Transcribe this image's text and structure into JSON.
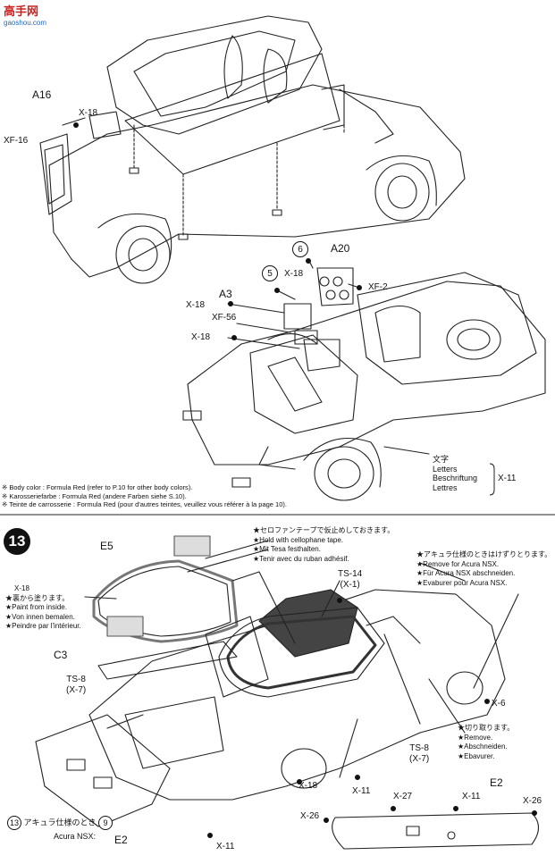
{
  "watermark": {
    "title": "高手网",
    "url": "gaoshou.com"
  },
  "step12": {
    "labels": {
      "a16": "A16",
      "x18_a": "X-18",
      "xf16": "XF-16",
      "six": "6",
      "a20": "A20",
      "five": "5",
      "x18_b": "X-18",
      "xf2": "XF-2",
      "x18_c": "X-18",
      "a3": "A3",
      "xf56": "XF-56",
      "x18_d": "X-18"
    },
    "decal": {
      "jp": "文字",
      "lines": [
        "Letters",
        "Beschriftung",
        "Lettres"
      ],
      "part": "X-11"
    },
    "notes": [
      "※ Body color : Formula Red (refer to P.10 for other body colors).",
      "※ Karosseriefarbe : Formula Red (andere Farben siehe S.10).",
      "※ Teinte de carrosserie : Formula Red (pour d'autres teintes, veuillez vous référer à la page 10)."
    ]
  },
  "step13": {
    "number": "13",
    "tape_note": [
      "★セロファンテープで仮止めしておきます。",
      "★Hold with cellophane tape.",
      "★Mit Tesa festhalten.",
      "★Tenir avec du ruban adhésif."
    ],
    "acura_note": [
      "★アキュラ仕様のときはけずりとります。",
      "★Remove for Acura NSX.",
      "★Für Acura NSX abschneiden.",
      "★Evaburer pour Acura NSX."
    ],
    "paint_note": [
      "X-18",
      "★裏から塗ります。",
      "★Paint from inside.",
      "★Von innen bemalen.",
      "★Peindre par l'intérieur."
    ],
    "cut_note": [
      "★切り取ります。",
      "★Remove.",
      "★Abschneiden.",
      "★Ebavurer."
    ],
    "labels": {
      "e5": "E5",
      "ts14": "TS-14",
      "x1": "(X-1)",
      "c3": "C3",
      "ts8_a": "TS-8",
      "x7_a": "(X-7)",
      "ts8_b": "TS-8",
      "x7_b": "(X-7)",
      "x6": "X-6",
      "x18": "X-18",
      "x11_a": "X-11",
      "x27": "X-27",
      "x11_b": "X-11",
      "e2_right": "E2",
      "x26_a": "X-26",
      "x26_b": "X-26",
      "x11_c": "X-11",
      "e2_left": "E2"
    },
    "acura_ref": {
      "left": "13",
      "jp": "アキュラ仕様のとき",
      "right": "9",
      "en": "Acura NSX:"
    }
  }
}
